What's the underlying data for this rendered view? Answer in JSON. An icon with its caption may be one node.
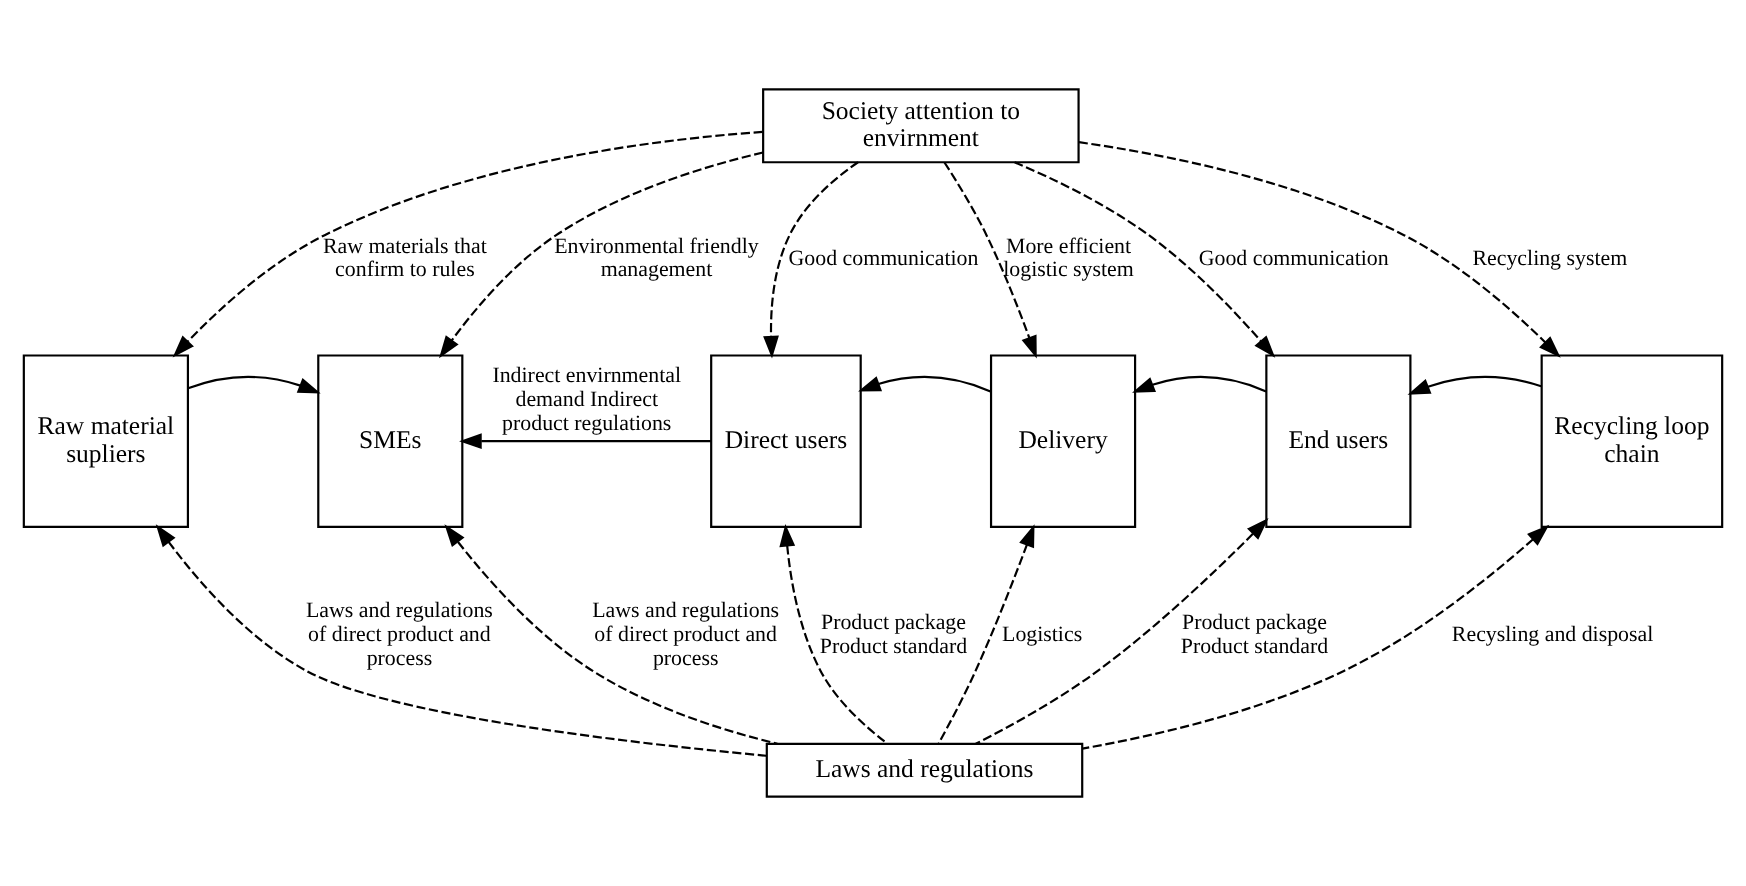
{
  "diagram": {
    "nodes": [
      {
        "text": [
          "Society attention to envirnment"
        ]
      },
      {
        "text": [
          "Raw material supliers"
        ]
      },
      {
        "text": [
          "SMEs"
        ]
      },
      {
        "text": [
          "Direct users"
        ]
      },
      {
        "text": [
          "Delivery"
        ]
      },
      {
        "text": [
          "End users"
        ]
      },
      {
        "text": [
          "Recycling loop chain"
        ]
      },
      {
        "text": [
          "Laws and regulations"
        ]
      }
    ],
    "edges": [
      {
        "from": 0,
        "to": 1,
        "arrow": "to",
        "style": "dashed",
        "label": "Raw materials that confirm to rules"
      },
      {
        "from": 0,
        "to": 2,
        "arrow": "to",
        "style": "dashed",
        "label": "Environmental friendly management"
      },
      {
        "from": 0,
        "to": 3,
        "arrow": "to",
        "style": "dashed",
        "label": "Good communication"
      },
      {
        "from": 0,
        "to": 4,
        "arrow": "to",
        "style": "dashed",
        "label": "More efficient logistic system"
      },
      {
        "from": 0,
        "to": 5,
        "arrow": "to",
        "style": "dashed",
        "label": "Good communication"
      },
      {
        "from": 0,
        "to": 6,
        "arrow": "to",
        "style": "dashed",
        "label": "Recycling system"
      },
      {
        "from": 1,
        "to": 2,
        "arrow": "to"
      },
      {
        "from": 3,
        "to": 2,
        "arrow": "to",
        "label": "Indirect envirnmental demand Indirect product regulations"
      },
      {
        "from": 4,
        "to": 3,
        "arrow": "to"
      },
      {
        "from": 5,
        "to": 4,
        "arrow": "to"
      },
      {
        "from": 6,
        "to": 5,
        "arrow": "to"
      },
      {
        "from": 7,
        "to": 1,
        "arrow": "to",
        "style": "dashed",
        "label": "Laws and regulations of direct product and process"
      },
      {
        "from": 7,
        "to": 2,
        "arrow": "to",
        "style": "dashed",
        "label": "Laws and regulations of direct product and process"
      },
      {
        "from": 7,
        "to": 3,
        "arrow": "to",
        "style": "dashed",
        "label": "Product package Product standard"
      },
      {
        "from": 7,
        "to": 4,
        "arrow": "to",
        "style": "dashed",
        "label": "Logistics"
      },
      {
        "from": 7,
        "to": 5,
        "arrow": "to",
        "style": "dashed",
        "label": "Product package Product standard"
      },
      {
        "from": 7,
        "to": 6,
        "arrow": "to",
        "style": "dashed",
        "label": "Recysling and disposal"
      }
    ]
  }
}
